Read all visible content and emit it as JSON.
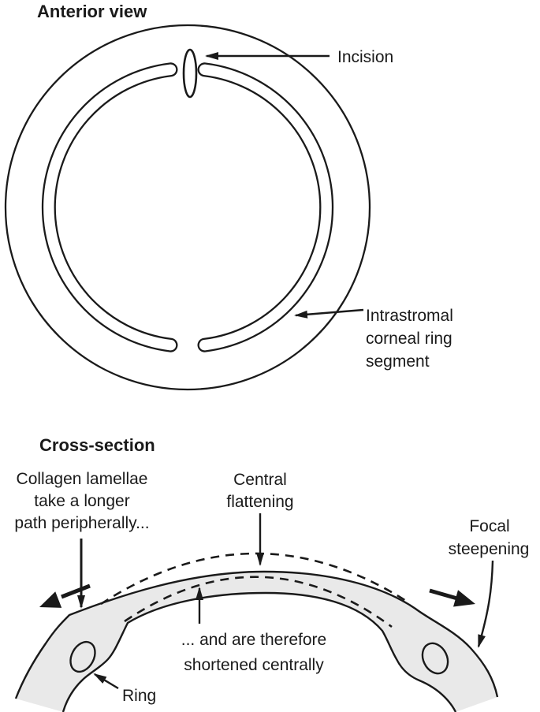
{
  "diagram": {
    "anterior_view": {
      "title": "Anterior view",
      "labels": {
        "incision": "Incision",
        "ring_segment_line1": "Intrastromal",
        "ring_segment_line2": "corneal ring",
        "ring_segment_line3": "segment"
      }
    },
    "cross_section": {
      "title": "Cross-section",
      "labels": {
        "collagen_line1": "Collagen lamellae",
        "collagen_line2": "take a longer",
        "collagen_line3": "path peripherally...",
        "central_line1": "Central",
        "central_line2": "flattening",
        "focal_line1": "Focal",
        "focal_line2": "steepening",
        "shortened_line1": "... and are therefore",
        "shortened_line2": "shortened centrally",
        "ring": "Ring"
      }
    },
    "colors": {
      "line": "#1a1a1a",
      "cornea_fill": "#e9e9e9",
      "ring_cross_section_fill": "#c8cac9",
      "background": "#ffffff"
    }
  }
}
